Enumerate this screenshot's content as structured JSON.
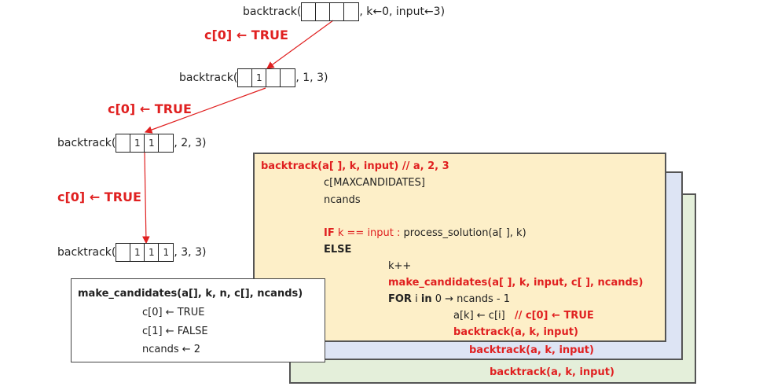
{
  "calls": [
    {
      "prefix": "backtrack(",
      "cells": [
        "",
        "",
        "",
        ""
      ],
      "suffix": ", k←0, input←3)"
    },
    {
      "prefix": "backtrack(",
      "cells": [
        "",
        "1",
        "",
        ""
      ],
      "suffix": ", 1, 3)"
    },
    {
      "prefix": "backtrack(",
      "cells": [
        "",
        "1",
        "1",
        ""
      ],
      "suffix": ", 2, 3)"
    },
    {
      "prefix": "backtrack(",
      "cells": [
        "",
        "1",
        "1",
        "1"
      ],
      "suffix": ", 3, 3)"
    }
  ],
  "arrow_labels": [
    "c[0] ← TRUE",
    "c[0] ← TRUE",
    "c[0] ← TRUE"
  ],
  "code": {
    "header": "backtrack(a[ ], k, input)  // a, 2, 3",
    "decl1": "c[MAXCANDIDATES]",
    "decl2": "ncands",
    "if_kw": "IF",
    "if_cond": "k == input :",
    "if_body": "process_solution(a[ ], k)",
    "else_kw": "ELSE",
    "inc": "k++",
    "make_call": "make_candidates(a[ ], k, input, c[ ], ncands)",
    "for_kw": "FOR",
    "for_i": "i",
    "for_in": "in",
    "for_range": "0 → ncands - 1",
    "assign": "a[k] ← c[i]",
    "assign_comment": "// c[0] ← TRUE",
    "recurse": "backtrack(a, k, input)"
  },
  "stack": [
    "backtrack(a, k, input)",
    "backtrack(a, k, input)"
  ],
  "make_candidates": {
    "title": "make_candidates(a[], k, n, c[], ncands)",
    "lines": [
      "c[0] ← TRUE",
      "c[1] ← FALSE",
      "ncands ← 2"
    ]
  },
  "colors": {
    "accent": "#e02020",
    "panel_front": "#fdefc8",
    "panel_mid": "#dde4f4",
    "panel_back": "#e4efda"
  }
}
